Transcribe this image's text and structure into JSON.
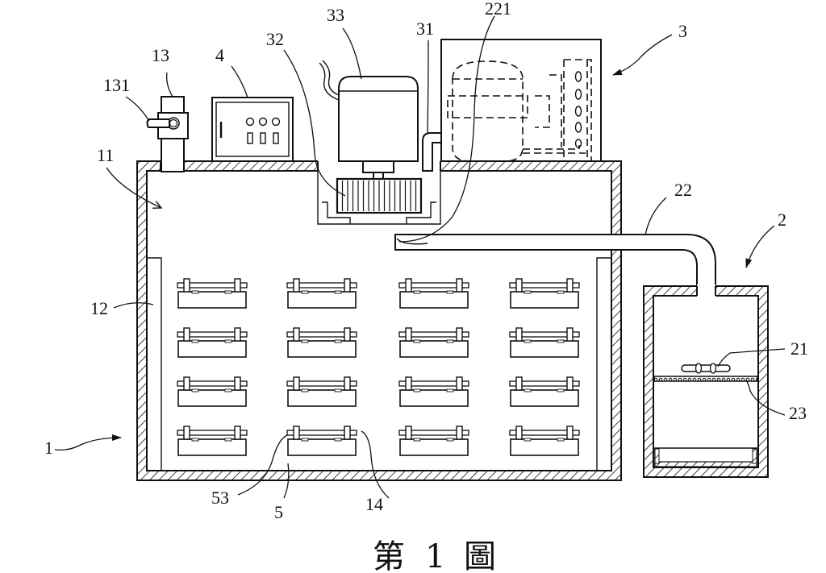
{
  "figure": {
    "caption": "第 1 圖",
    "caption_parts": [
      "第",
      "1",
      "圖"
    ]
  },
  "labels": {
    "l1": "1",
    "l11": "11",
    "l12": "12",
    "l13": "13",
    "l131": "131",
    "l14": "14",
    "l2": "2",
    "l21": "21",
    "l22": "22",
    "l221": "221",
    "l23": "23",
    "l3": "3",
    "l31": "31",
    "l32": "32",
    "l33": "33",
    "l4": "4",
    "l5": "5",
    "l53": "53"
  },
  "components": [
    {
      "ref": "1",
      "name": "main chamber body"
    },
    {
      "ref": "11",
      "name": "inner space"
    },
    {
      "ref": "12",
      "name": "side baffle"
    },
    {
      "ref": "13",
      "name": "valve pipe"
    },
    {
      "ref": "131",
      "name": "valve handle"
    },
    {
      "ref": "14",
      "name": "tray holder rod"
    },
    {
      "ref": "2",
      "name": "collection tank"
    },
    {
      "ref": "21",
      "name": "nozzle"
    },
    {
      "ref": "22",
      "name": "connecting duct"
    },
    {
      "ref": "221",
      "name": "duct inlet"
    },
    {
      "ref": "23",
      "name": "filter screen"
    },
    {
      "ref": "3",
      "name": "refrigeration unit"
    },
    {
      "ref": "31",
      "name": "pipe"
    },
    {
      "ref": "32",
      "name": "fan"
    },
    {
      "ref": "33",
      "name": "motor"
    },
    {
      "ref": "4",
      "name": "control box"
    },
    {
      "ref": "5",
      "name": "tray"
    },
    {
      "ref": "53",
      "name": "clamp"
    }
  ],
  "tray_grid": {
    "columns": 4,
    "rows": 4
  }
}
